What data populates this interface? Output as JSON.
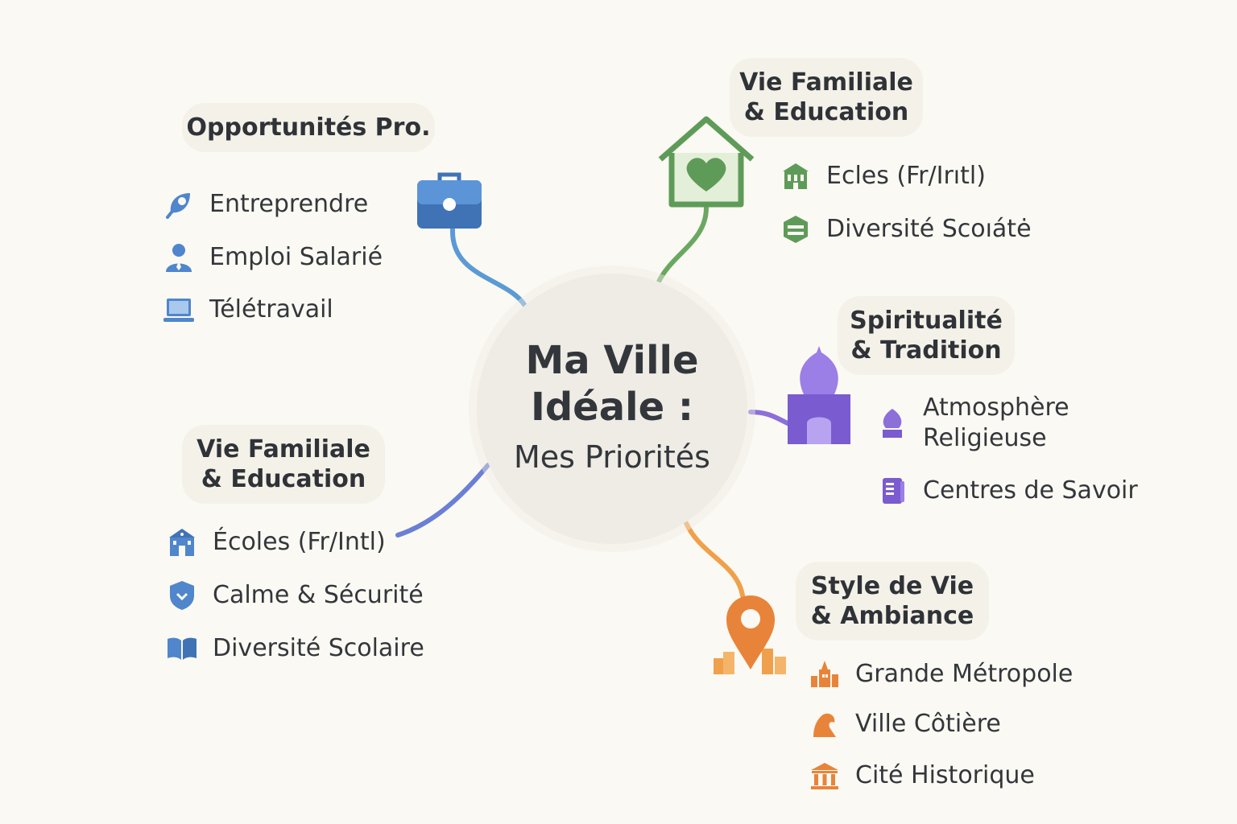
{
  "center": {
    "line1": "Ma Ville",
    "line2": "Idéale :",
    "line3": "Mes Priorités"
  },
  "branches": {
    "pro": {
      "color": "#5b9bd5",
      "title": [
        "Opportunités Pro."
      ],
      "icon": "briefcase-icon",
      "items": [
        {
          "label": "Entreprendre",
          "icon": "rocket-icon"
        },
        {
          "label": "Emploi Salarié",
          "icon": "person-icon"
        },
        {
          "label": "Télétravail",
          "icon": "laptop-icon"
        }
      ]
    },
    "family_top": {
      "color": "#6aa862",
      "title": [
        "Vie Familiale",
        "& Education"
      ],
      "icon": "house-heart-icon",
      "items": [
        {
          "label": "Ecles (Fr/Irıtl)",
          "icon": "school-building-icon"
        },
        {
          "label": "Diversité Scoıátė",
          "icon": "badge-icon"
        }
      ]
    },
    "spirit": {
      "color": "#8c6fd8",
      "title": [
        "Spiritualité",
        "& Tradition"
      ],
      "icon": "mosque-icon",
      "items": [
        {
          "label": [
            "Atmosphère",
            "Religieuse"
          ],
          "icon": "dome-icon"
        },
        {
          "label": "Centres de Savoir",
          "icon": "book-icon"
        }
      ]
    },
    "style": {
      "color": "#f0a04b",
      "title": [
        "Style de Vie",
        "& Ambiance"
      ],
      "icon": "location-pin-icon",
      "items": [
        {
          "label": "Grande Métropole",
          "icon": "city-icon"
        },
        {
          "label": "Ville Côtière",
          "icon": "coast-icon"
        },
        {
          "label": "Cité Historique",
          "icon": "monument-icon"
        }
      ]
    },
    "family_left": {
      "color": "#6b7fd6",
      "title": [
        "Vie Familiale",
        "& Education"
      ],
      "items": [
        {
          "label": "Écoles (Fr/Intl)",
          "icon": "school-icon"
        },
        {
          "label": "Calme & Sécurité",
          "icon": "shield-icon"
        },
        {
          "label": "Diversité Scolaire",
          "icon": "open-book-icon"
        }
      ]
    }
  }
}
